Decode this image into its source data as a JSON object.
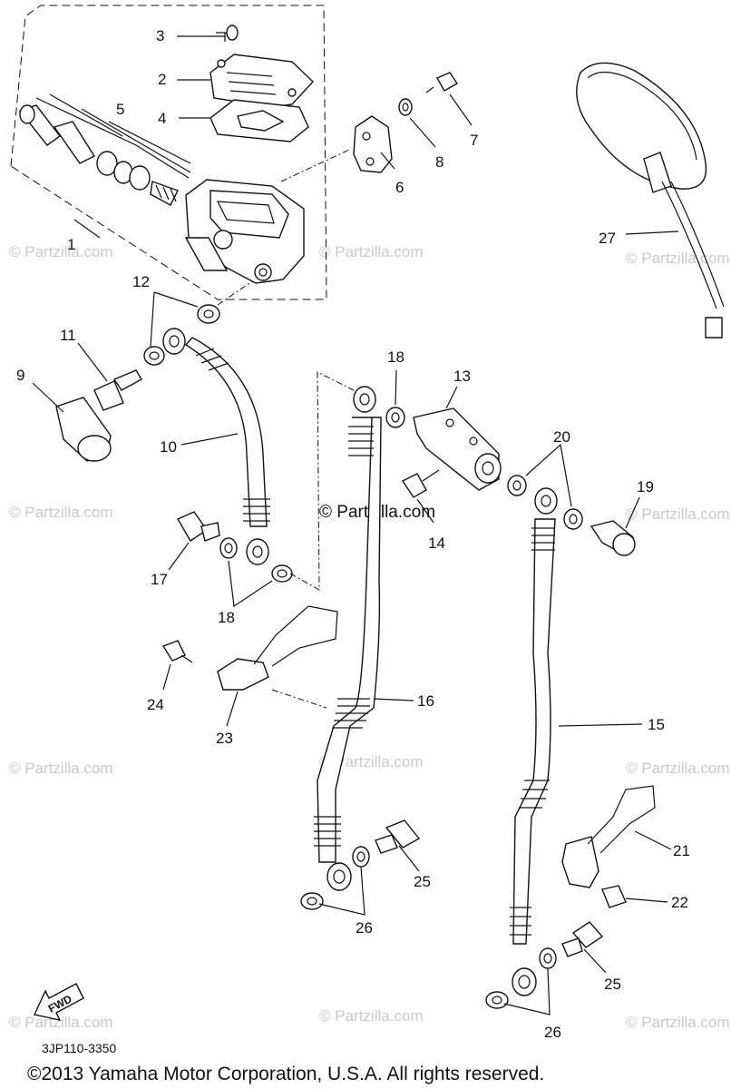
{
  "callouts": {
    "c1": "1",
    "c2": "2",
    "c3": "3",
    "c4": "4",
    "c5": "5",
    "c6": "6",
    "c7": "7",
    "c8": "8",
    "c9": "9",
    "c10": "10",
    "c11": "11",
    "c12": "12",
    "c13": "13",
    "c14": "14",
    "c15": "15",
    "c16": "16",
    "c17": "17",
    "c18a": "18",
    "c18b": "18",
    "c19": "19",
    "c20": "20",
    "c21": "21",
    "c22": "22",
    "c23": "23",
    "c24": "24",
    "c25a": "25",
    "c25b": "25",
    "c26a": "26",
    "c26b": "26",
    "c27": "27"
  },
  "watermark": {
    "text": "© Partzilla.com",
    "center_text": "© Partzilla.com"
  },
  "fwd_label": "FWD",
  "diagram_code": "3JP110-3350",
  "copyright": "©2013 Yamaha Motor Corporation, U.S.A. All rights reserved."
}
